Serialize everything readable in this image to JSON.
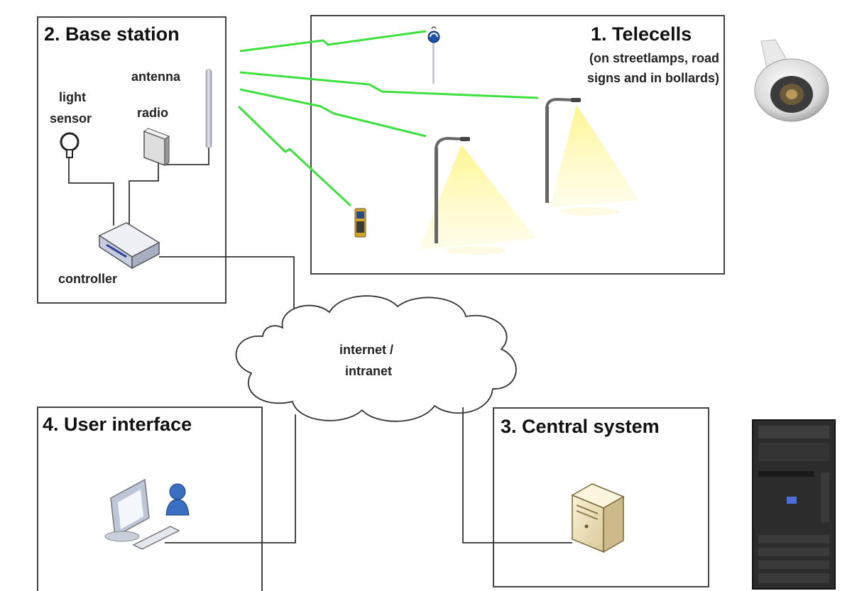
{
  "base_station": {
    "title": "2. Base station",
    "antenna": "antenna",
    "light_sensor_1": "light",
    "light_sensor_2": "sensor",
    "radio": "radio",
    "controller": "controller"
  },
  "telecells": {
    "title": "1. Telecells",
    "subtitle_1": "(on streetlamps, road",
    "subtitle_2": "signs and in bollards)"
  },
  "network": {
    "label_1": "internet /",
    "label_2": "intranet"
  },
  "user_interface": {
    "title": "4. User interface"
  },
  "central_system": {
    "title": "3. Central system"
  },
  "colors": {
    "wireless": "#33dd33",
    "lamp_light": "#fff27a",
    "border": "#444444"
  },
  "icons": [
    "light-sensor-icon",
    "radio-icon",
    "antenna-icon",
    "controller-icon",
    "road-sign-icon",
    "streetlamp-icon",
    "bollard-icon",
    "telecell-device-icon",
    "cloud-icon",
    "workstation-icon",
    "user-icon",
    "server-icon",
    "pc-tower-icon"
  ]
}
